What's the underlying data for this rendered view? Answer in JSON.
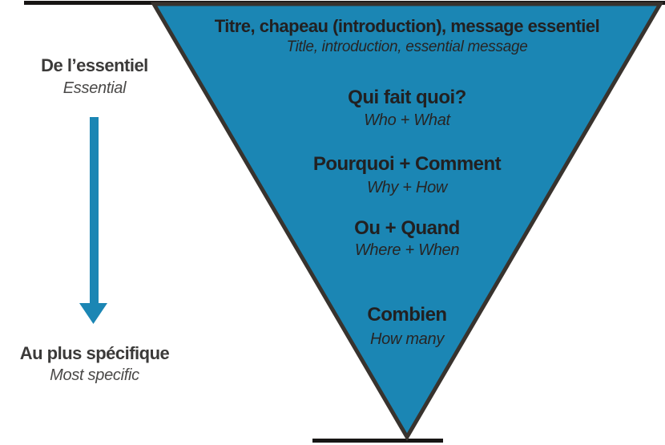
{
  "diagram": {
    "type": "inverted-pyramid-infographic",
    "pyramid": {
      "levels": [
        {
          "fr": "Titre, chapeau (introduction), message essentiel",
          "en": "Title, introduction, essential message"
        },
        {
          "fr": "Qui fait quoi?",
          "en": "Who + What"
        },
        {
          "fr": "Pourquoi + Comment",
          "en": "Why + How"
        },
        {
          "fr": "Ou + Quand",
          "en": "Where + When"
        },
        {
          "fr": "Combien",
          "en": "How many"
        }
      ]
    },
    "side_scale": {
      "top_label": {
        "fr": "De l’essentiel",
        "en": "Essential"
      },
      "bottom_label": {
        "fr": "Au plus spécifique",
        "en": "Most specific"
      },
      "arrow_icon": "down-arrow"
    },
    "colors": {
      "background": "#ffffff",
      "pyramid_fill": "#1b86b4",
      "pyramid_outline": "#38332e",
      "pyramid_text": "#222021",
      "side_text_bold": "#3b3a39",
      "side_text_italic": "#4a4948",
      "arrow": "#1b86b4",
      "frame_line": "#171514"
    }
  }
}
